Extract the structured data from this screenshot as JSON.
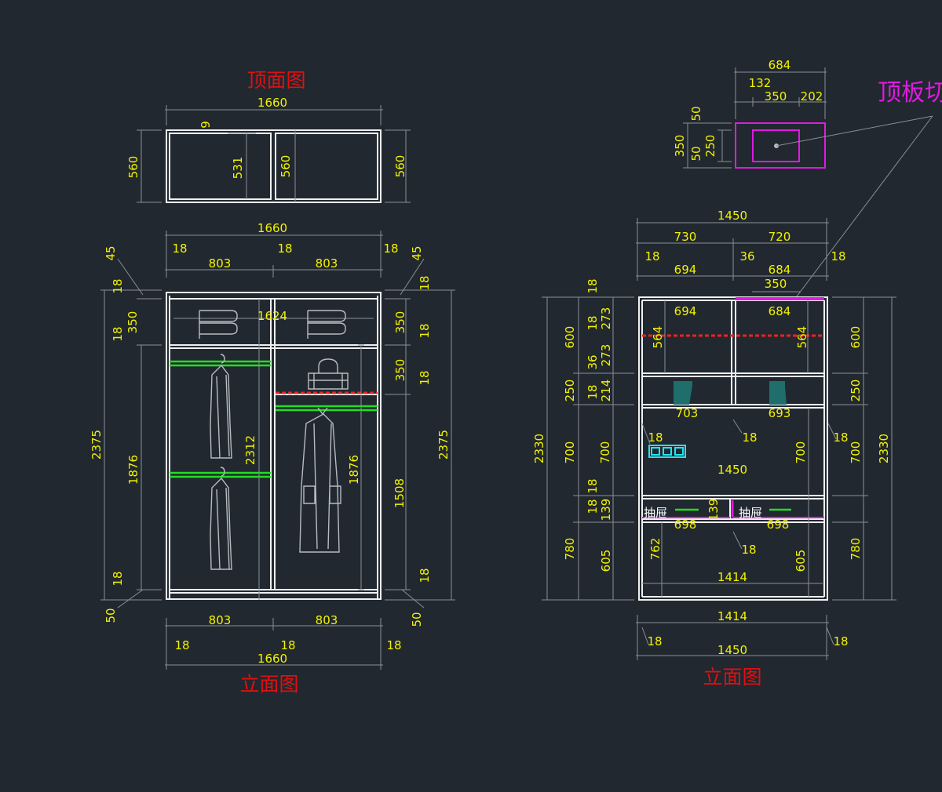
{
  "titles": {
    "top_view": "顶面图",
    "front_view_left": "立面图",
    "front_view_right": "立面图",
    "top_panel": "顶板切"
  },
  "labels": {
    "drawer": "抽屉"
  },
  "colors": {
    "background": "#212830",
    "dimension": "#f2f200",
    "title": "#e01010",
    "highlight": "#e01ae0",
    "rail": "#22dd22"
  },
  "icons": [
    "folded-clothes-icon",
    "handbag-icon",
    "hanging-jacket-icon",
    "long-coat-icon",
    "socket-icon",
    "boots-icon"
  ],
  "dims": {
    "l1660a": "1660",
    "l9": "9",
    "l560a": "560",
    "l531": "531",
    "l560b": "560",
    "l560c": "560",
    "l1660b": "1660",
    "l45a": "45",
    "l18a": "18",
    "l803a": "803",
    "l18b": "18",
    "l803b": "803",
    "l18c": "18",
    "l45b": "45",
    "l18d": "18",
    "l350a": "350",
    "l18e": "18",
    "l1624": "1624",
    "l350b": "350",
    "l18f": "18",
    "l18g": "18",
    "l350c": "350",
    "l18h": "18",
    "l2375a": "2375",
    "l1876a": "1876",
    "l2312": "2312",
    "l1876b": "1876",
    "l1508": "1508",
    "l2375b": "2375",
    "l18i": "18",
    "l50a": "50",
    "l18j": "18",
    "l50b": "50",
    "l803c": "803",
    "l803d": "803",
    "l18k": "18",
    "l18l": "18",
    "l18m": "18",
    "l1660c": "1660",
    "r684a": "684",
    "r132": "132",
    "r350a": "350",
    "r202": "202",
    "r50a": "50",
    "r350b": "350",
    "r50b": "50",
    "r250a": "250",
    "r1450a": "1450",
    "r730": "730",
    "r720": "720",
    "r18a": "18",
    "r694a": "694",
    "r36a": "36",
    "r684b": "684",
    "r18b": "18",
    "r350c": "350",
    "r18c": "18",
    "r694b": "694",
    "r684c": "684",
    "r600a": "600",
    "r18d": "18",
    "r273a": "273",
    "r564a": "564",
    "r564b": "564",
    "r600b": "600",
    "r36b": "36",
    "r273b": "273",
    "r250b": "250",
    "r18e": "18",
    "r214": "214",
    "r250c": "250",
    "r703": "703",
    "r693": "693",
    "r18f": "18",
    "r18g": "18",
    "r18h": "18",
    "r2330a": "2330",
    "r700a": "700",
    "r700b": "700",
    "r700c": "700",
    "r700d": "700",
    "r2330b": "2330",
    "r1450b": "1450",
    "r18i": "18",
    "r18j": "18",
    "r139a": "139",
    "r139b": "139",
    "r698a": "698",
    "r698b": "698",
    "r780a": "780",
    "r605a": "605",
    "r762": "762",
    "r18k": "18",
    "r605b": "605",
    "r780b": "780",
    "r1414a": "1414",
    "r1414b": "1414",
    "r18l": "18",
    "r18m": "18",
    "r1450c": "1450"
  }
}
